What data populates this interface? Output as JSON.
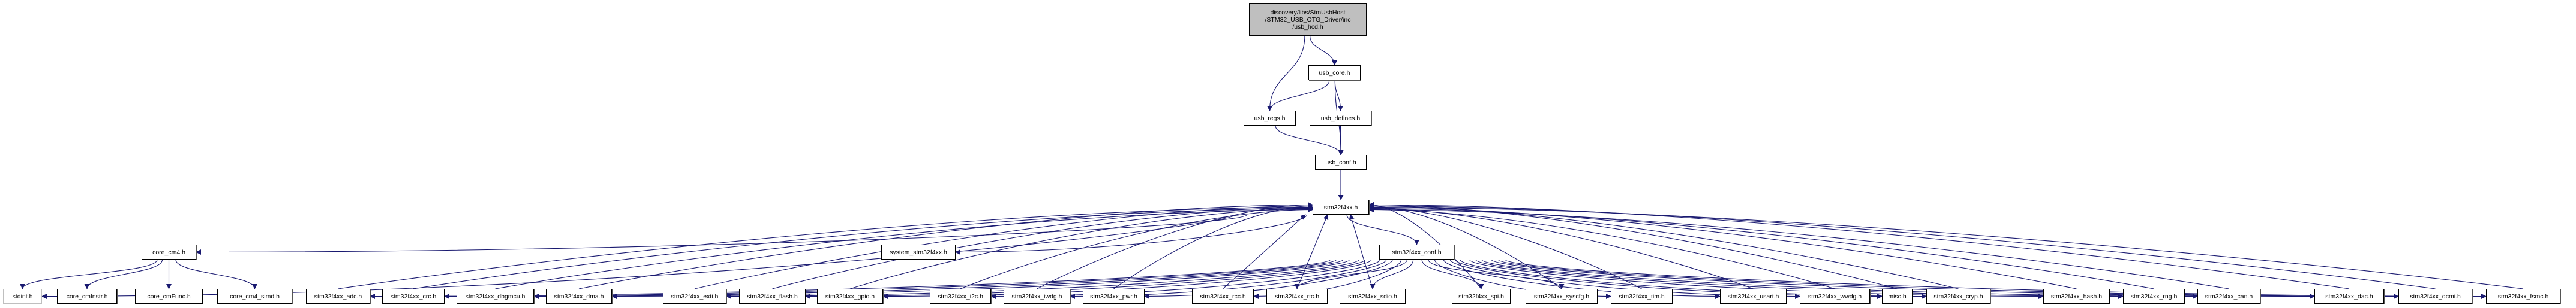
{
  "graph": {
    "title": "Include dependency graph",
    "edge_color": "#191970",
    "root": {
      "id": "root",
      "lines": [
        "discovery/libs/StmUsbHost",
        "/STM32_USB_OTG_Driver/inc",
        "/usb_hcd.h"
      ]
    },
    "nodes": [
      {
        "id": "usb_core",
        "label": "usb_core.h"
      },
      {
        "id": "usb_regs",
        "label": "usb_regs.h"
      },
      {
        "id": "usb_defines",
        "label": "usb_defines.h"
      },
      {
        "id": "usb_conf",
        "label": "usb_conf.h"
      },
      {
        "id": "stm32f4xx",
        "label": "stm32f4xx.h"
      },
      {
        "id": "core_cm4",
        "label": "core_cm4.h"
      },
      {
        "id": "system_stm32f4xx",
        "label": "system_stm32f4xx.h"
      },
      {
        "id": "stm32f4xx_conf",
        "label": "stm32f4xx_conf.h"
      },
      {
        "id": "stdint",
        "label": "stdint.h",
        "external": true
      },
      {
        "id": "core_cmInstr",
        "label": "core_cmInstr.h"
      },
      {
        "id": "core_cmFunc",
        "label": "core_cmFunc.h"
      },
      {
        "id": "core_cm4_simd",
        "label": "core_cm4_simd.h"
      },
      {
        "id": "adc",
        "label": "stm32f4xx_adc.h"
      },
      {
        "id": "crc",
        "label": "stm32f4xx_crc.h"
      },
      {
        "id": "dbgmcu",
        "label": "stm32f4xx_dbgmcu.h"
      },
      {
        "id": "dma",
        "label": "stm32f4xx_dma.h"
      },
      {
        "id": "exti",
        "label": "stm32f4xx_exti.h"
      },
      {
        "id": "flash",
        "label": "stm32f4xx_flash.h"
      },
      {
        "id": "gpio",
        "label": "stm32f4xx_gpio.h"
      },
      {
        "id": "i2c",
        "label": "stm32f4xx_i2c.h"
      },
      {
        "id": "iwdg",
        "label": "stm32f4xx_iwdg.h"
      },
      {
        "id": "pwr",
        "label": "stm32f4xx_pwr.h"
      },
      {
        "id": "rcc",
        "label": "stm32f4xx_rcc.h"
      },
      {
        "id": "rtc",
        "label": "stm32f4xx_rtc.h"
      },
      {
        "id": "sdio",
        "label": "stm32f4xx_sdio.h"
      },
      {
        "id": "spi",
        "label": "stm32f4xx_spi.h"
      },
      {
        "id": "syscfg",
        "label": "stm32f4xx_syscfg.h"
      },
      {
        "id": "tim",
        "label": "stm32f4xx_tim.h"
      },
      {
        "id": "usart",
        "label": "stm32f4xx_usart.h"
      },
      {
        "id": "wwdg",
        "label": "stm32f4xx_wwdg.h"
      },
      {
        "id": "misc",
        "label": "misc.h"
      },
      {
        "id": "cryp",
        "label": "stm32f4xx_cryp.h"
      },
      {
        "id": "hash",
        "label": "stm32f4xx_hash.h"
      },
      {
        "id": "rng",
        "label": "stm32f4xx_rng.h"
      },
      {
        "id": "can",
        "label": "stm32f4xx_can.h"
      },
      {
        "id": "dac",
        "label": "stm32f4xx_dac.h"
      },
      {
        "id": "dcmi",
        "label": "stm32f4xx_dcmi.h"
      },
      {
        "id": "fsmc",
        "label": "stm32f4xx_fsmc.h"
      }
    ],
    "edges": [
      [
        "root",
        "usb_core"
      ],
      [
        "root",
        "usb_regs"
      ],
      [
        "usb_core",
        "usb_regs"
      ],
      [
        "usb_core",
        "usb_defines"
      ],
      [
        "usb_core",
        "usb_conf"
      ],
      [
        "usb_regs",
        "usb_conf"
      ],
      [
        "usb_defines",
        "usb_conf"
      ],
      [
        "usb_conf",
        "stm32f4xx"
      ],
      [
        "stm32f4xx",
        "core_cm4"
      ],
      [
        "stm32f4xx",
        "system_stm32f4xx"
      ],
      [
        "stm32f4xx",
        "stm32f4xx_conf"
      ],
      [
        "stm32f4xx",
        "stdint"
      ],
      [
        "core_cm4",
        "stdint"
      ],
      [
        "core_cm4",
        "core_cmInstr"
      ],
      [
        "core_cm4",
        "core_cmFunc"
      ],
      [
        "core_cm4",
        "core_cm4_simd"
      ],
      [
        "stm32f4xx_conf",
        "adc"
      ],
      [
        "stm32f4xx_conf",
        "crc"
      ],
      [
        "stm32f4xx_conf",
        "dbgmcu"
      ],
      [
        "stm32f4xx_conf",
        "dma"
      ],
      [
        "stm32f4xx_conf",
        "exti"
      ],
      [
        "stm32f4xx_conf",
        "flash"
      ],
      [
        "stm32f4xx_conf",
        "gpio"
      ],
      [
        "stm32f4xx_conf",
        "i2c"
      ],
      [
        "stm32f4xx_conf",
        "iwdg"
      ],
      [
        "stm32f4xx_conf",
        "pwr"
      ],
      [
        "stm32f4xx_conf",
        "rcc"
      ],
      [
        "stm32f4xx_conf",
        "rtc"
      ],
      [
        "stm32f4xx_conf",
        "sdio"
      ],
      [
        "stm32f4xx_conf",
        "spi"
      ],
      [
        "stm32f4xx_conf",
        "syscfg"
      ],
      [
        "stm32f4xx_conf",
        "tim"
      ],
      [
        "stm32f4xx_conf",
        "usart"
      ],
      [
        "stm32f4xx_conf",
        "wwdg"
      ],
      [
        "stm32f4xx_conf",
        "misc"
      ],
      [
        "stm32f4xx_conf",
        "cryp"
      ],
      [
        "stm32f4xx_conf",
        "hash"
      ],
      [
        "stm32f4xx_conf",
        "rng"
      ],
      [
        "stm32f4xx_conf",
        "can"
      ],
      [
        "stm32f4xx_conf",
        "dac"
      ],
      [
        "stm32f4xx_conf",
        "dcmi"
      ],
      [
        "stm32f4xx_conf",
        "fsmc"
      ],
      [
        "adc",
        "stm32f4xx"
      ],
      [
        "crc",
        "stm32f4xx"
      ],
      [
        "dbgmcu",
        "stm32f4xx"
      ],
      [
        "dma",
        "stm32f4xx"
      ],
      [
        "exti",
        "stm32f4xx"
      ],
      [
        "flash",
        "stm32f4xx"
      ],
      [
        "gpio",
        "stm32f4xx"
      ],
      [
        "i2c",
        "stm32f4xx"
      ],
      [
        "iwdg",
        "stm32f4xx"
      ],
      [
        "pwr",
        "stm32f4xx"
      ],
      [
        "rcc",
        "stm32f4xx"
      ],
      [
        "rtc",
        "stm32f4xx"
      ],
      [
        "sdio",
        "stm32f4xx"
      ],
      [
        "spi",
        "stm32f4xx"
      ],
      [
        "syscfg",
        "stm32f4xx"
      ],
      [
        "tim",
        "stm32f4xx"
      ],
      [
        "usart",
        "stm32f4xx"
      ],
      [
        "wwdg",
        "stm32f4xx"
      ],
      [
        "misc",
        "stm32f4xx"
      ],
      [
        "cryp",
        "stm32f4xx"
      ],
      [
        "hash",
        "stm32f4xx"
      ],
      [
        "rng",
        "stm32f4xx"
      ],
      [
        "can",
        "stm32f4xx"
      ],
      [
        "dac",
        "stm32f4xx"
      ],
      [
        "dcmi",
        "stm32f4xx"
      ],
      [
        "fsmc",
        "stm32f4xx"
      ]
    ]
  }
}
